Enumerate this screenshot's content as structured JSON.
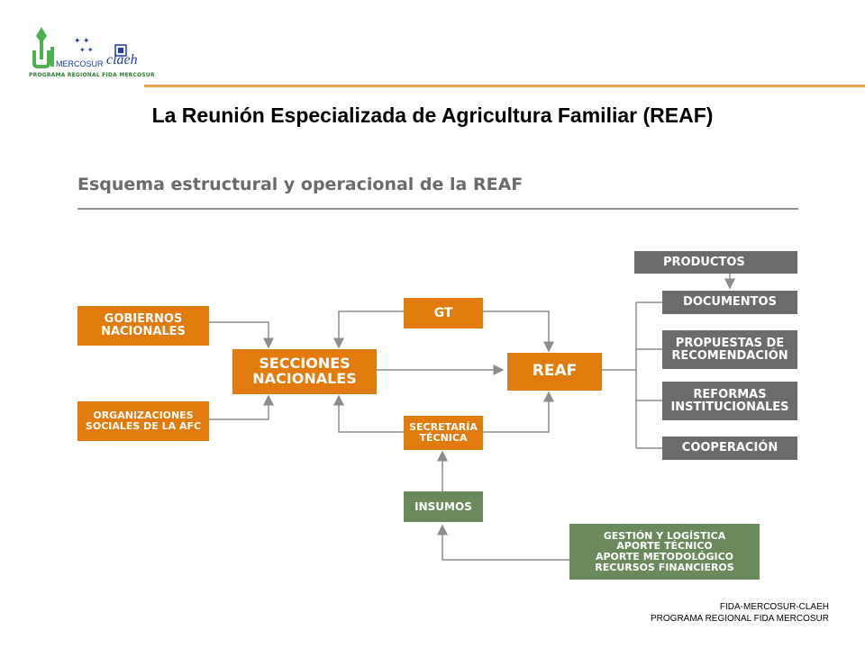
{
  "header": {
    "logo_mercosur": "MERCOSUR",
    "logo_claeh": "claeh",
    "logo_caption": "PROGRAMA REGIONAL FIDA MERCOSUR",
    "title": "La Reunión Especializada de Agricultura Familiar (REAF)"
  },
  "diagram": {
    "subtitle": "Esquema estructural y operacional de la REAF",
    "nodes": {
      "gobiernos": "GOBIERNOS\nNACIONALES",
      "organizaciones": "ORGANIZACIONES\nSOCIALES DE LA AFC",
      "secciones": "SECCIONES\nNACIONALES",
      "gt": "GT",
      "secretaria": "SECRETARÍA\nTÉCNICA",
      "reaf": "REAF",
      "insumos": "INSUMOS",
      "gestion": "GESTIÓN Y LOGÍSTICA\nAPORTE TÉCNICO\nAPORTE METODOLÓGICO\nRECURSOS FINANCIEROS",
      "productos": "PRODUCTOS",
      "documentos": "DOCUMENTOS",
      "propuestas": "PROPUESTAS DE\nRECOMENDACIÓN",
      "reformas": "REFORMAS\nINSTITUCIONALES",
      "cooperacion": "COOPERACIÓN"
    },
    "colors": {
      "orange": "#e07b0c",
      "gray": "#6b6b6b",
      "green": "#6a8a5c",
      "connector": "#8c8c8c"
    }
  },
  "footer": {
    "line1": "FIDA-MERCOSUR-CLAEH",
    "line2": "PROGRAMA REGIONAL FIDA MERCOSUR"
  }
}
